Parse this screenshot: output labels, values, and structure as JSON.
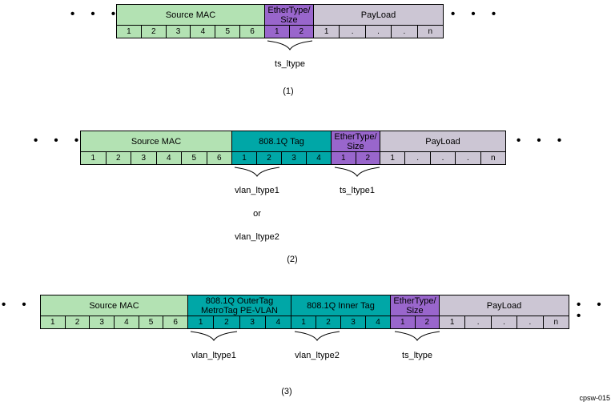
{
  "figure_id": "cpsw-015",
  "ellipsis": "• • •",
  "colors": {
    "source_mac": "#b3e2b3",
    "vlan_tag": "#00a7a7",
    "ethertype": "#9966cc",
    "payload": "#ccc6d4"
  },
  "diagrams": [
    {
      "caption": "(1)",
      "segments": [
        {
          "label": "Source MAC",
          "cells": [
            "1",
            "2",
            "3",
            "4",
            "5",
            "6"
          ]
        },
        {
          "label": "EtherType/\nSize",
          "cells": [
            "1",
            "2"
          ]
        },
        {
          "label": "PayLoad",
          "cells": [
            "1",
            ".",
            ".",
            ".",
            "n"
          ]
        }
      ],
      "annotations": [
        {
          "label": "ts_ltype"
        }
      ]
    },
    {
      "caption": "(2)",
      "segments": [
        {
          "label": "Source MAC",
          "cells": [
            "1",
            "2",
            "3",
            "4",
            "5",
            "6"
          ]
        },
        {
          "label": "808.1Q Tag",
          "cells": [
            "1",
            "2",
            "3",
            "4"
          ]
        },
        {
          "label": "EtherType/\nSize",
          "cells": [
            "1",
            "2"
          ]
        },
        {
          "label": "PayLoad",
          "cells": [
            "1",
            ".",
            ".",
            ".",
            "n"
          ]
        }
      ],
      "annotations": [
        {
          "label": "vlan_ltype1"
        },
        {
          "label": "or"
        },
        {
          "label": "vlan_ltype2"
        },
        {
          "label": "ts_ltype1"
        }
      ]
    },
    {
      "caption": "(3)",
      "segments": [
        {
          "label": "Source MAC",
          "cells": [
            "1",
            "2",
            "3",
            "4",
            "5",
            "6"
          ]
        },
        {
          "label": "808.1Q OuterTag\nMetroTag PE-VLAN",
          "cells": [
            "1",
            "2",
            "3",
            "4"
          ]
        },
        {
          "label": "808.1Q Inner Tag",
          "cells": [
            "1",
            "2",
            "3",
            "4"
          ]
        },
        {
          "label": "EtherType/\nSize",
          "cells": [
            "1",
            "2"
          ]
        },
        {
          "label": "PayLoad",
          "cells": [
            "1",
            ".",
            ".",
            ".",
            "n"
          ]
        }
      ],
      "annotations": [
        {
          "label": "vlan_ltype1"
        },
        {
          "label": "vlan_ltype2"
        },
        {
          "label": "ts_ltype"
        }
      ]
    }
  ]
}
